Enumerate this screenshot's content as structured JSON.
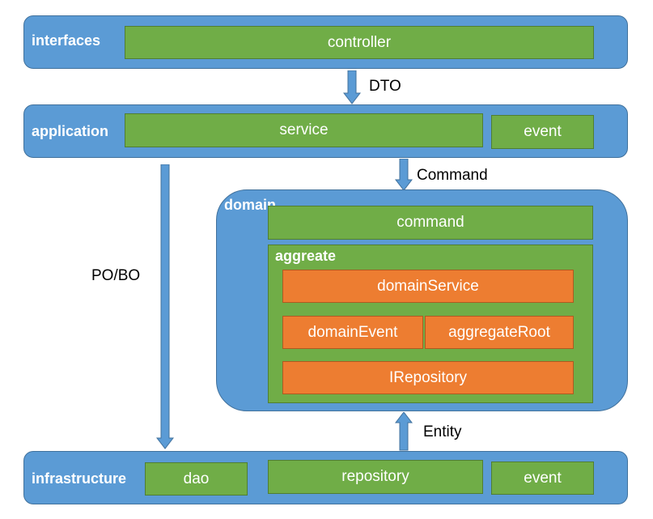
{
  "layers": {
    "interfaces": {
      "label": "interfaces",
      "controller": "controller"
    },
    "application": {
      "label": "application",
      "service": "service",
      "event": "event"
    },
    "domain": {
      "label": "domain",
      "command": "command",
      "aggregate": {
        "label": "aggreate",
        "domain_service": "domainService",
        "domain_event": "domainEvent",
        "aggregate_root": "aggregateRoot",
        "repository_interface": "IRepository"
      }
    },
    "infrastructure": {
      "label": "infrastructure",
      "dao": "dao",
      "repository": "repository",
      "event": "event"
    }
  },
  "arrows": {
    "dto": "DTO",
    "command": "Command",
    "po_bo": "PO/BO",
    "entity": "Entity"
  },
  "colors": {
    "layer": "#5b9bd5",
    "component": "#70ad47",
    "aggregate_member": "#ed7d31",
    "arrow": "#5b9bd5"
  }
}
